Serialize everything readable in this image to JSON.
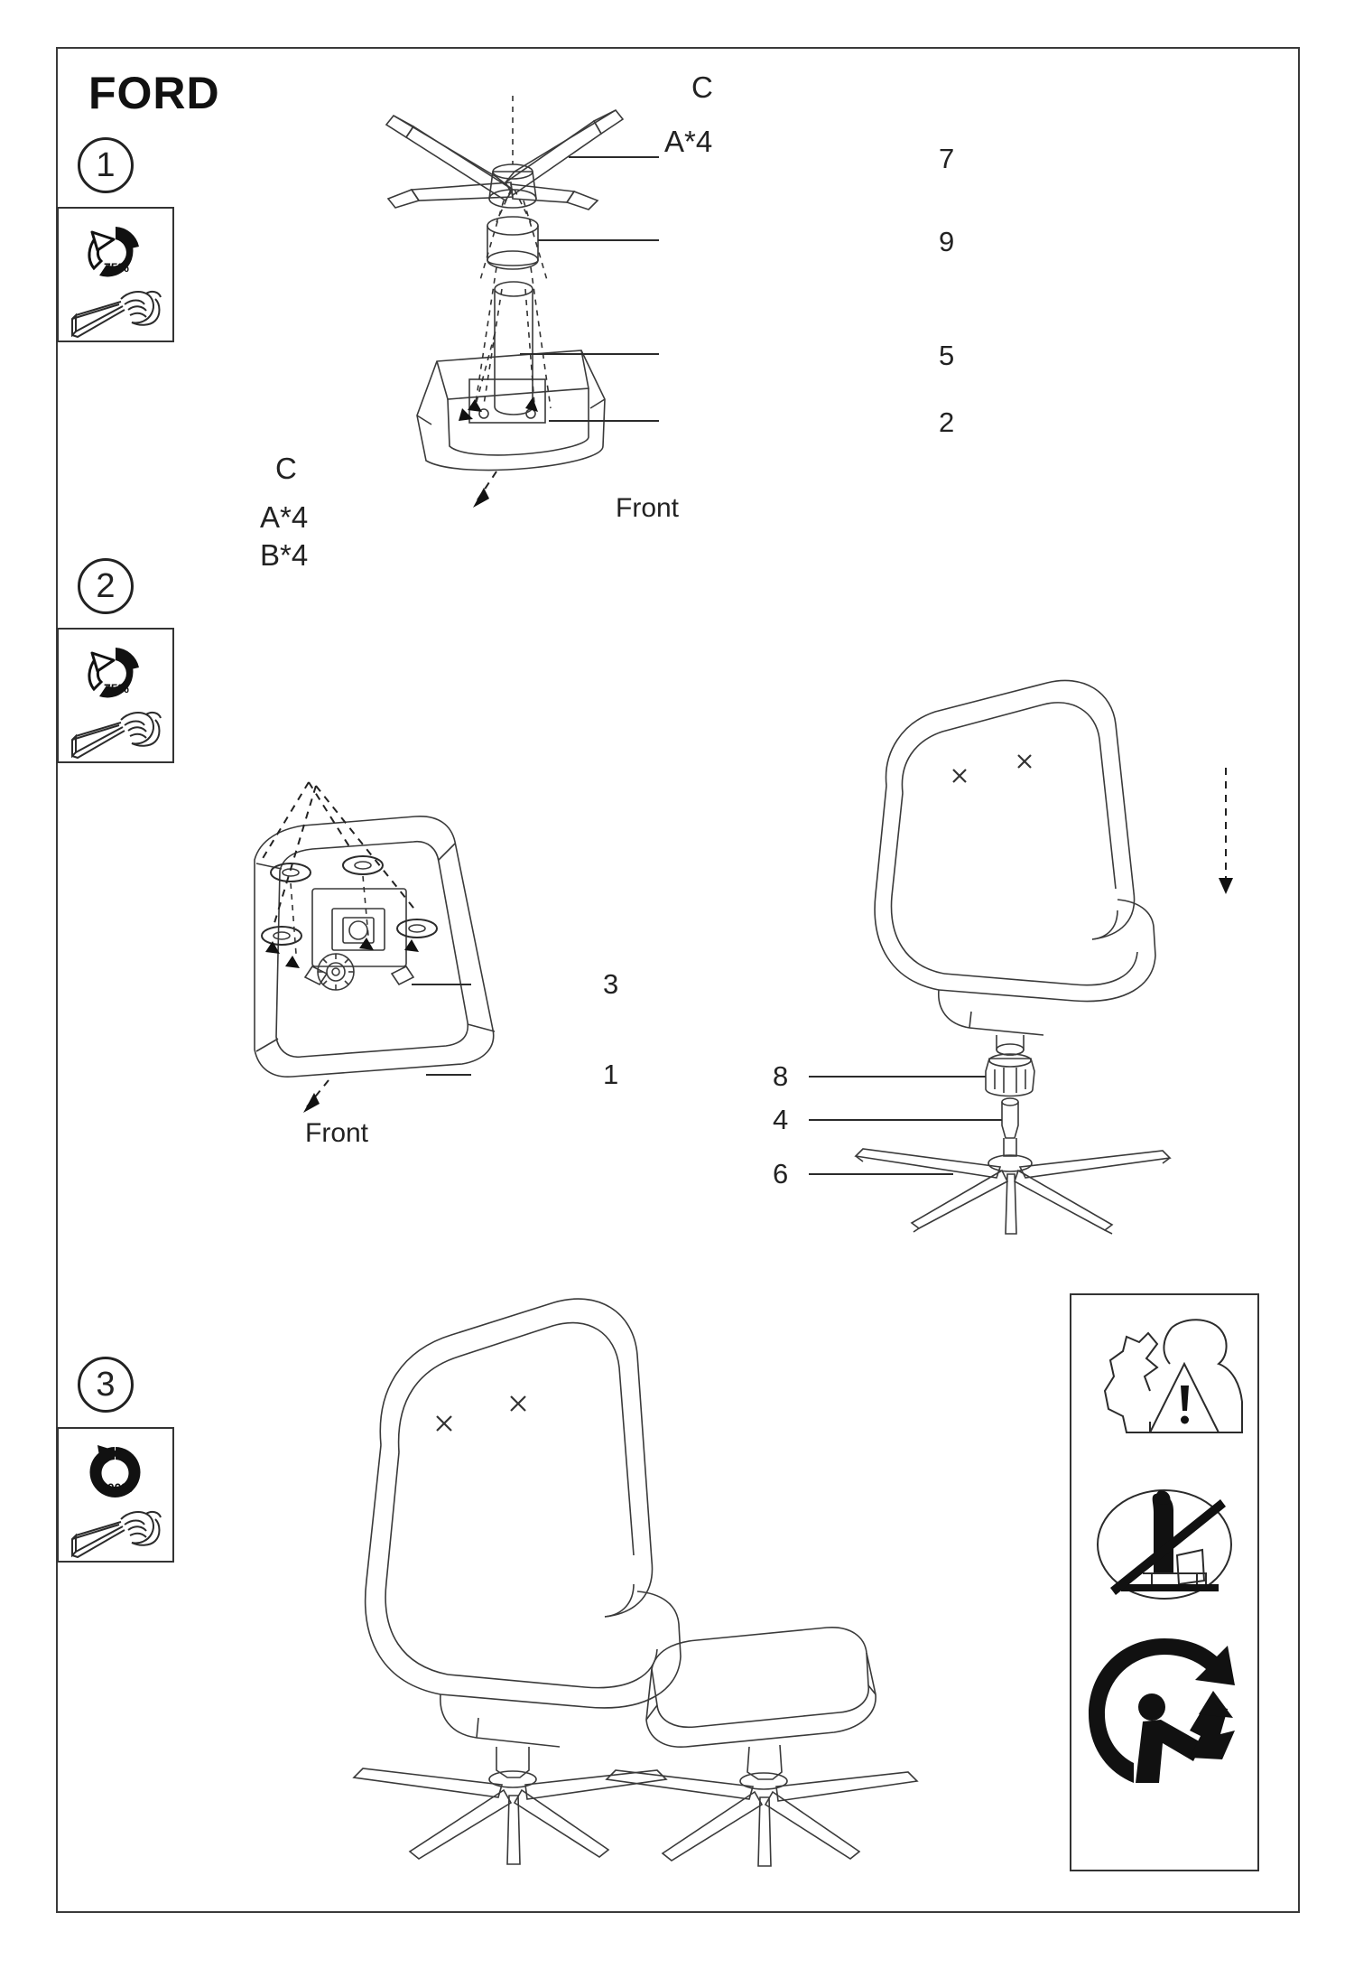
{
  "document": {
    "brand_title": "FORD",
    "type": "furniture-assembly-instructions"
  },
  "steps": [
    {
      "number": "1",
      "torque_label": "75%",
      "tool_icon": "hex-key-hand-icon",
      "rotation_icon": "rotate-arrow-75-icon"
    },
    {
      "number": "2",
      "torque_label": "75%",
      "tool_icon": "hex-key-hand-icon",
      "rotation_icon": "rotate-arrow-75-icon"
    },
    {
      "number": "3",
      "torque_label": "100%",
      "tool_icon": "hex-key-hand-icon",
      "rotation_icon": "rotate-arrow-100-icon"
    }
  ],
  "step1": {
    "hardware": [
      {
        "code": "C",
        "name": "hardware-label-c"
      },
      {
        "code": "A*4",
        "name": "hardware-label-a4"
      }
    ],
    "callouts": [
      {
        "number": "7",
        "part": "base-leg-cross"
      },
      {
        "number": "9",
        "part": "gas-lift-cover"
      },
      {
        "number": "5",
        "part": "gas-lift-cylinder"
      },
      {
        "number": "2",
        "part": "ottoman-base"
      }
    ],
    "orientation_label": "Front"
  },
  "step2": {
    "hardware": [
      {
        "code": "C",
        "name": "hardware-label-c"
      },
      {
        "code": "A*4",
        "name": "hardware-label-a4"
      },
      {
        "code": "B*4",
        "name": "hardware-label-b4"
      }
    ],
    "callouts": [
      {
        "number": "3",
        "part": "swivel-mechanism"
      },
      {
        "number": "1",
        "part": "seat-shell"
      }
    ],
    "orientation_label": "Front"
  },
  "step3": {
    "callouts": [
      {
        "number": "8",
        "part": "cap-nut"
      },
      {
        "number": "4",
        "part": "gas-lift-spindle"
      },
      {
        "number": "6",
        "part": "chair-star-base"
      }
    ]
  },
  "safety": {
    "icons": [
      {
        "name": "warning-person-exclamation-icon",
        "meaning": "caution-read-warning"
      },
      {
        "name": "no-standing-on-chair-icon",
        "meaning": "do-not-stand-on-chair"
      },
      {
        "name": "recycle-dispose-icon",
        "meaning": "recycle-packaging"
      }
    ]
  }
}
